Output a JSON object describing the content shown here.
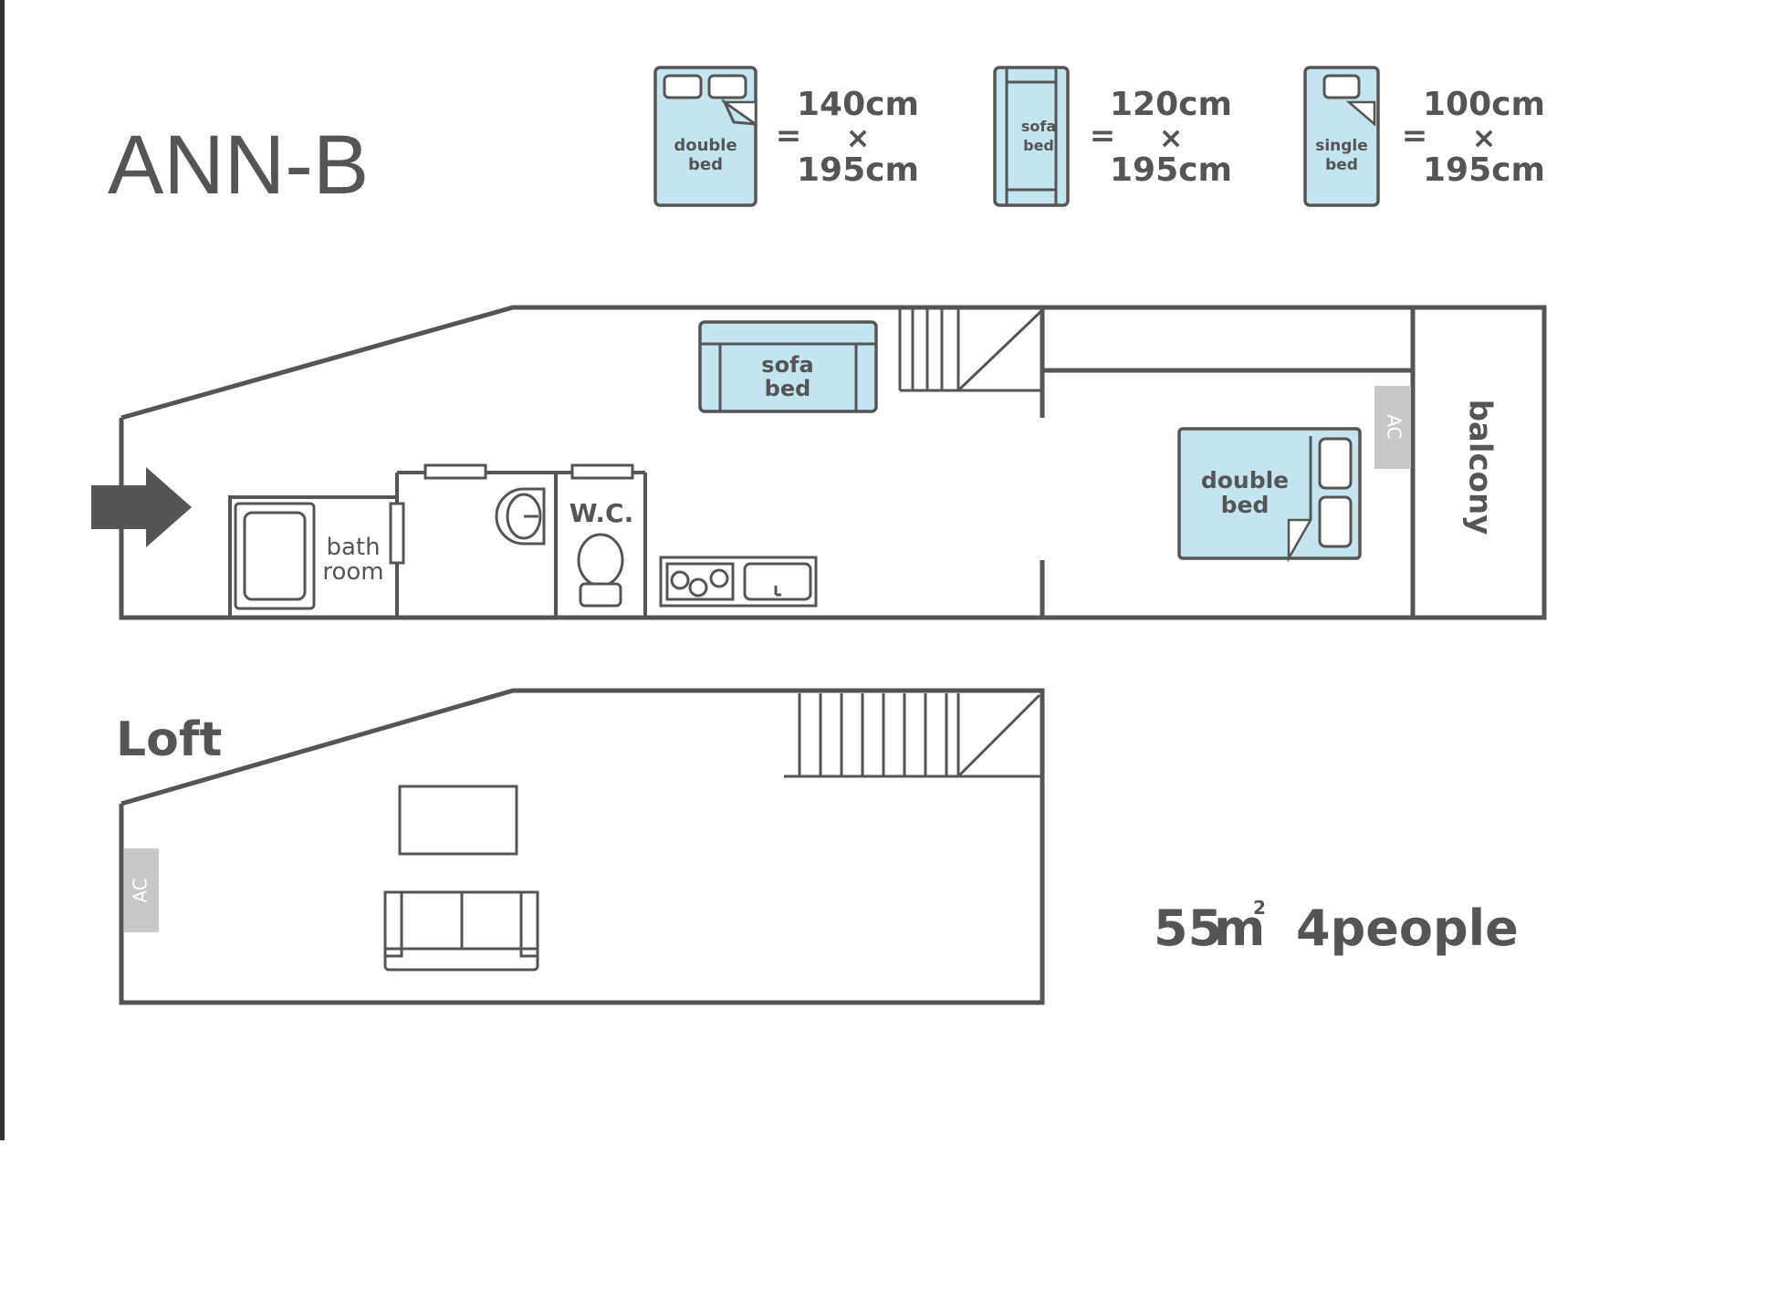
{
  "title": "ANN-B",
  "legend": [
    {
      "label_line1": "double",
      "label_line2": "bed",
      "width": "140cm",
      "times": "×",
      "length": "195cm",
      "equals": "="
    },
    {
      "label_line1": "sofa",
      "label_line2": "bed",
      "width": "120cm",
      "times": "×",
      "length": "195cm",
      "equals": "="
    },
    {
      "label_line1": "single",
      "label_line2": "bed",
      "width": "100cm",
      "times": "×",
      "length": "195cm",
      "equals": "="
    }
  ],
  "main_floor": {
    "bathroom_line1": "bath",
    "bathroom_line2": "room",
    "wc": "W.C.",
    "sofa_bed_line1": "sofa",
    "sofa_bed_line2": "bed",
    "double_bed_line1": "double",
    "double_bed_line2": "bed",
    "ac": "AC",
    "balcony": "balcony"
  },
  "loft": {
    "title": "Loft",
    "ac": "AC"
  },
  "summary": {
    "area": "55",
    "area_unit": "m",
    "area_superscript": "2",
    "capacity": "4people"
  },
  "colors": {
    "line": "#555555",
    "bed_fill": "#c4e4ef",
    "ac_fill": "#c8c8c8"
  }
}
